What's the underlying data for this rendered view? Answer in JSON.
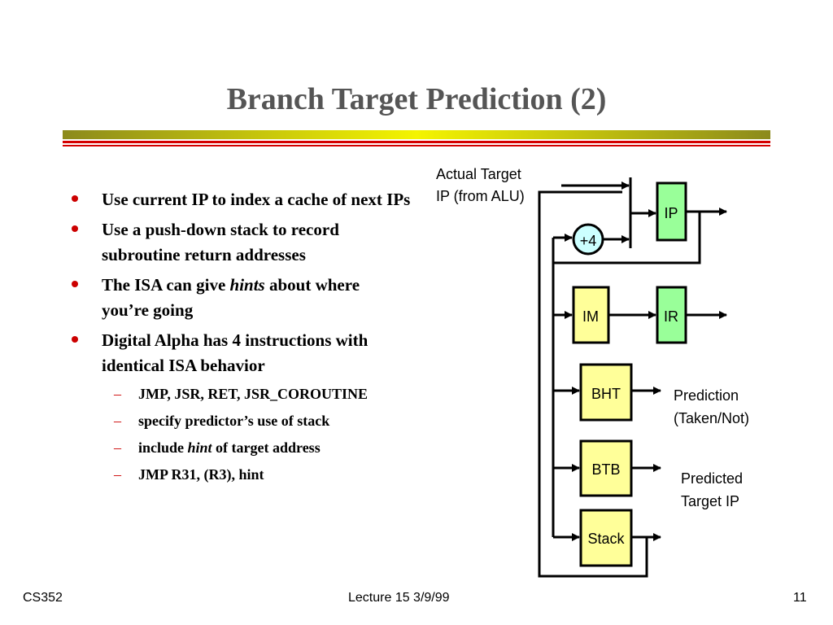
{
  "slide": {
    "title": "Branch Target Prediction (2)"
  },
  "bullets": {
    "b1": "Use current IP to index a cache of next IPs",
    "b2": "Use a push-down stack to record subroutine return addresses",
    "b3_before": "The ISA can give ",
    "b3_em": "hints",
    "b3_after": " about where you’re going",
    "b4": "Digital Alpha has 4 instructions with identical ISA behavior",
    "sub1": "JMP, JSR, RET, JSR_COROUTINE",
    "sub2": "specify predictor’s use of stack",
    "sub3_before": "include ",
    "sub3_em": "hint",
    "sub3_after": " of target address",
    "sub4": "JMP R31, (R3), hint"
  },
  "diagram": {
    "actual_target_line1": "Actual Target",
    "actual_target_line2": "IP (from ALU)",
    "ip": "IP",
    "plus4": "+4",
    "im": "IM",
    "ir": "IR",
    "bht": "BHT",
    "btb": "BTB",
    "stack": "Stack",
    "prediction_line1": "Prediction",
    "prediction_line2": "(Taken/Not)",
    "predicted_line1": "Predicted",
    "predicted_line2": "Target IP"
  },
  "footer": {
    "left": "CS352",
    "center": "Lecture 15  3/9/99",
    "right": "11"
  },
  "colors": {
    "green_box": "#99ff99",
    "yellow_box": "#ffff99",
    "plus4_fill": "#ccffff",
    "bullet": "#cc0000"
  }
}
